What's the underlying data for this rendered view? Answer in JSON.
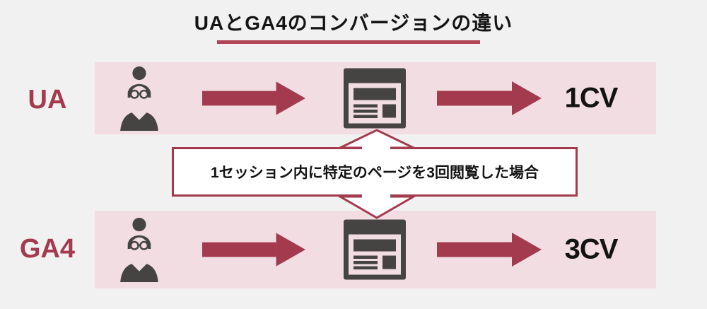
{
  "title": {
    "text": "UAとGA4のコンバージョンの違い"
  },
  "note": {
    "text": "1セッション内に特定のページを3回閲覧した場合"
  },
  "rows": [
    {
      "label": "UA",
      "result": "1CV"
    },
    {
      "label": "GA4",
      "result": "3CV"
    }
  ],
  "icons": {
    "person": "businesswoman-icon",
    "page": "webpage-icon",
    "flow": "right-arrow-icon",
    "up": "up-outline-arrow-icon",
    "down": "down-outline-arrow-icon"
  },
  "colors": {
    "background": "#f2f1f1",
    "band": "#f2dde3",
    "accent": "#a33a4e",
    "underline": "#b24456",
    "icon_gray": "#454443",
    "text": "#141414",
    "note_background": "#ffffff"
  }
}
